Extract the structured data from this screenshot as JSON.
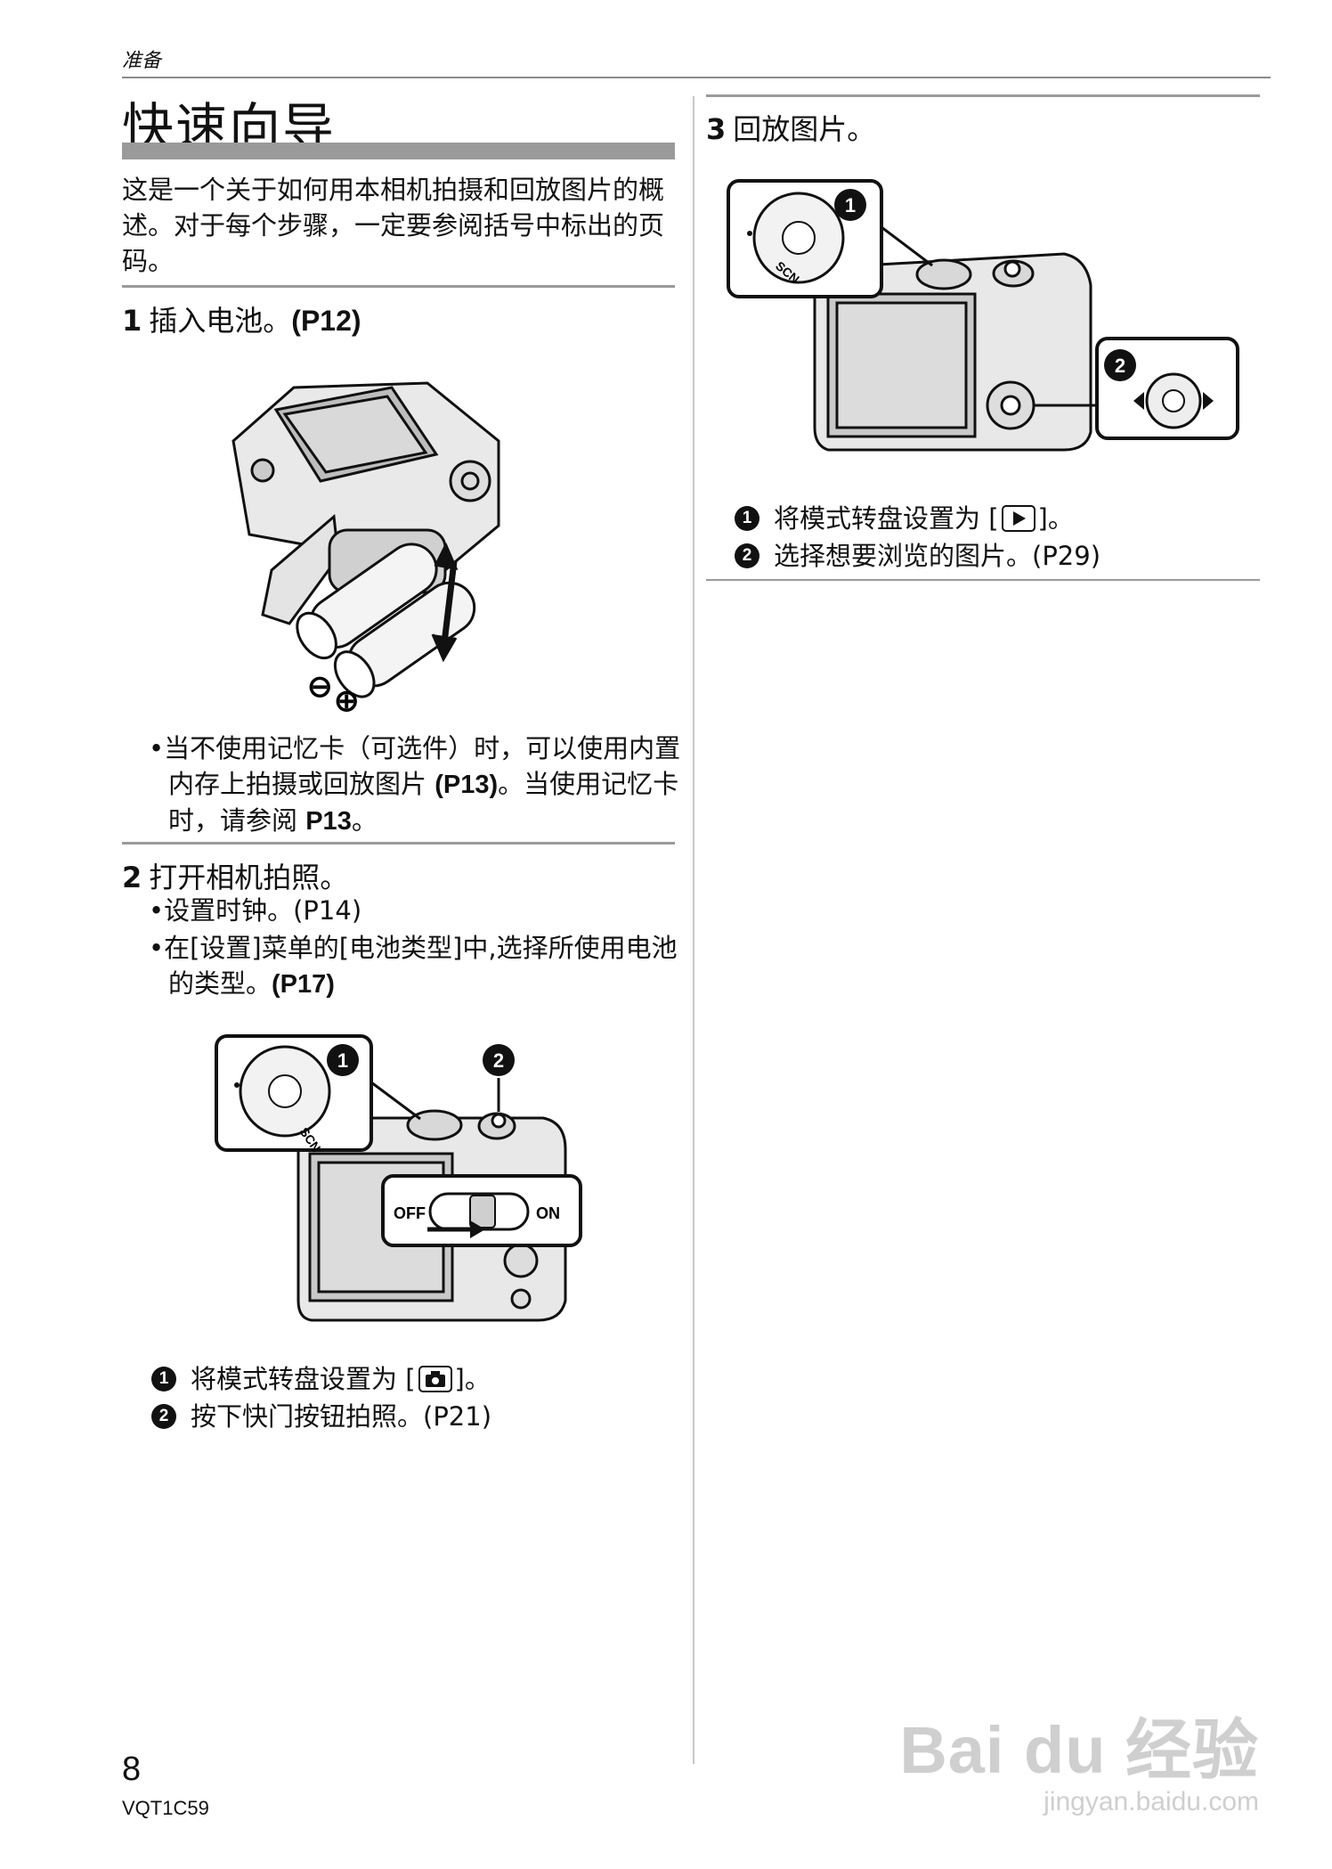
{
  "header": {
    "section_label": "准备"
  },
  "page_title": "快速向导",
  "intro": "这是一个关于如何用本相机拍摄和回放图片的概述。对于每个步骤，一定要参阅括号中标出的页码。",
  "step1": {
    "num": "1",
    "title_text": "插入电池。",
    "title_ref": "(P12)",
    "battery_minus": "⊖",
    "battery_plus": "⊕",
    "bullet_a": "当不使用记忆卡（可选件）时，可以使用内置内存上拍摄或回放图片 ",
    "bullet_ref1": "(P13)",
    "bullet_b": "。当使用记忆卡时，请参阅 ",
    "bullet_ref2": "P13",
    "bullet_c": "。"
  },
  "step2": {
    "num": "2",
    "title_text": "打开相机拍照。",
    "bullet1": "设置时钟。(P14)",
    "bullet2_text": "在[设置]菜单的[电池类型]中,选择所使用电池的类型。",
    "bullet2_ref": "(P17)",
    "switch_off": "OFF",
    "switch_on": "ON",
    "dial_scn": "SCN",
    "marker1": "1",
    "marker2": "2",
    "item1_a": "将模式转盘设置为 [",
    "item1_b": "]。",
    "item2": "按下快门按钮拍照。(P21)"
  },
  "step3": {
    "num": "3",
    "title_text": "回放图片。",
    "dial_scn": "SCN",
    "marker1": "1",
    "marker2": "2",
    "item1_a": "将模式转盘设置为 [",
    "item1_b": "]。",
    "item2": "选择想要浏览的图片。(P29)"
  },
  "footer": {
    "page_number": "8",
    "doc_code": "VQT1C59"
  },
  "watermark": {
    "brand": "Bai du 经验",
    "url": "jingyan.baidu.com"
  },
  "icons": [
    "camera-icon",
    "play-icon",
    "battery-illustration",
    "camera-power-illustration",
    "camera-playback-illustration"
  ]
}
